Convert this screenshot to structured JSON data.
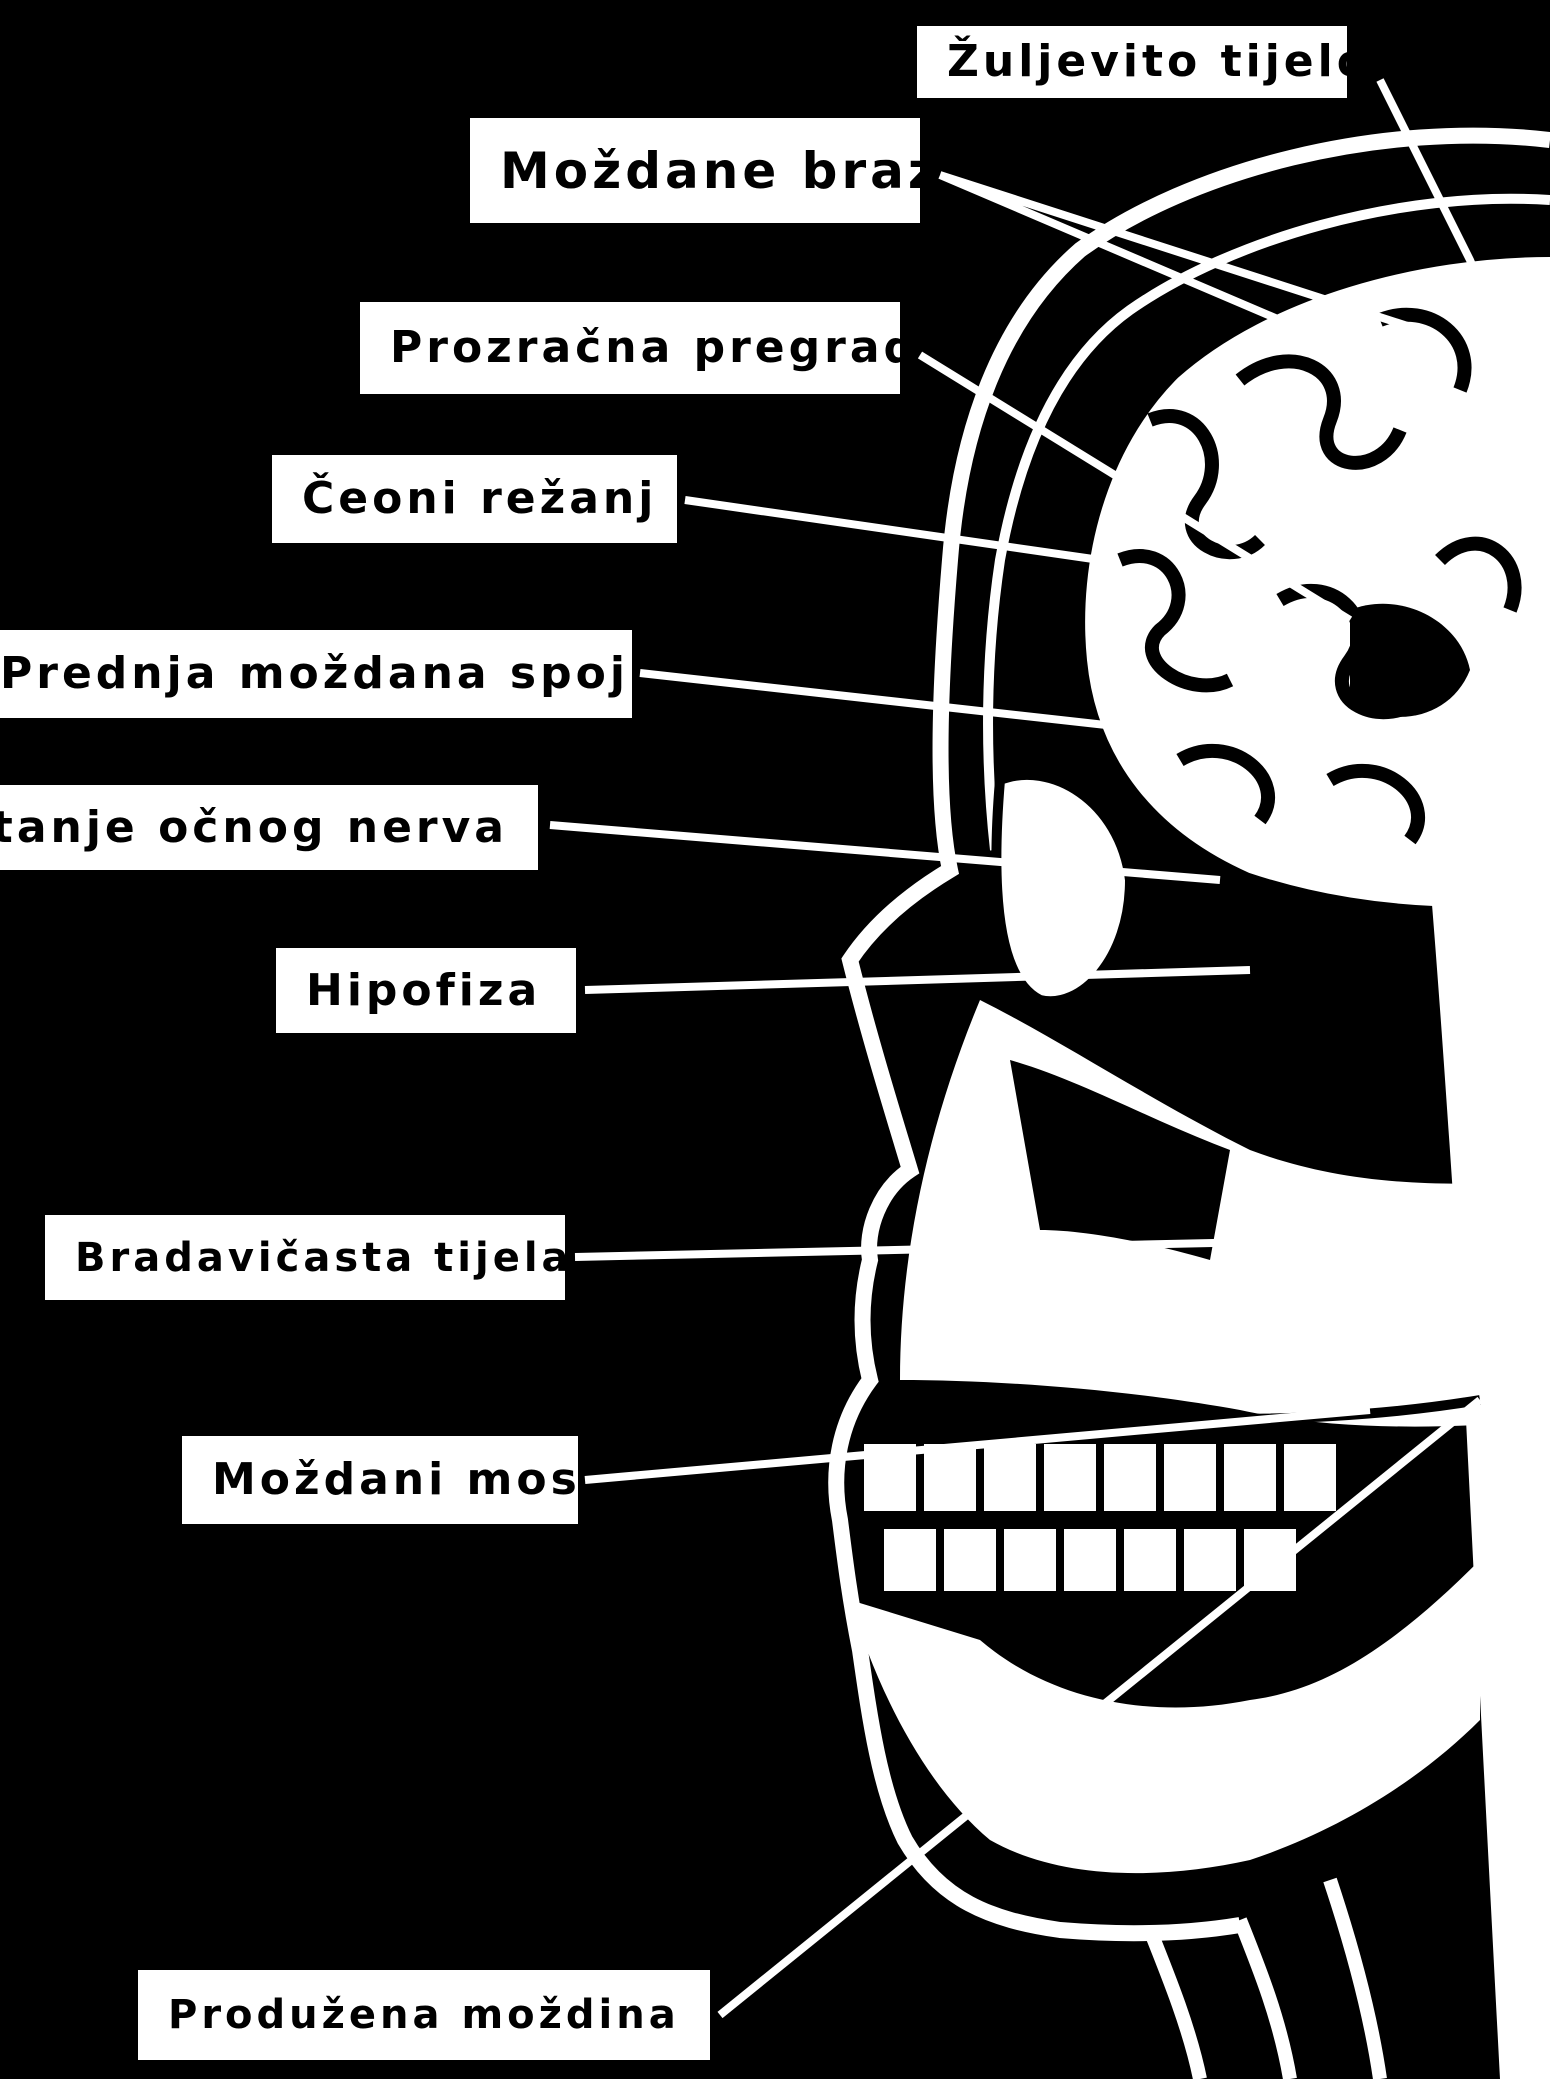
{
  "labels": {
    "zuljevito_tijelo": "Žuljevito tijelo",
    "mozdane_brazde": "Moždane brazde",
    "prozracna_pregrada": "Prozračna pregrada",
    "ceoni_reznj": "Čeoni režanj",
    "prednja_mozdana_spojnica": "Prednja moždana spojnica",
    "ukrstanje_ocnog_nerva": "Ukrštanje očnog nerva",
    "hipofiza": "Hipofiza",
    "bradavicasta_tijela": "Bradavičasta tijela",
    "mozdani_most": "Moždani most",
    "produzena_mozdina": "Produžena moždina"
  },
  "colors": {
    "background": "#000000",
    "foreground": "#ffffff"
  }
}
